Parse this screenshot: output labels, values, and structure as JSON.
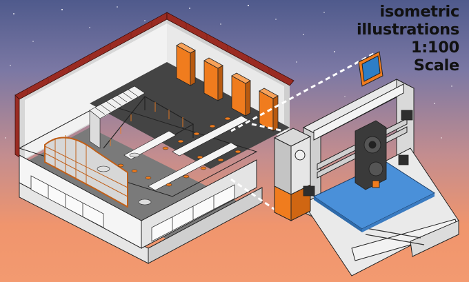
{
  "title": {
    "line1": "isometric",
    "line2": "illustrations",
    "line3": "1:100",
    "line4": "Scale"
  },
  "colors": {
    "sky_top": "#4f5a8c",
    "sky_bottom": "#f39a70",
    "brick": "#9a2b22",
    "accent_orange": "#f07c1e",
    "printer_bed": "#4a90d9",
    "floor_dark": "#3e3e3e",
    "screen": "#2e7ec6"
  }
}
